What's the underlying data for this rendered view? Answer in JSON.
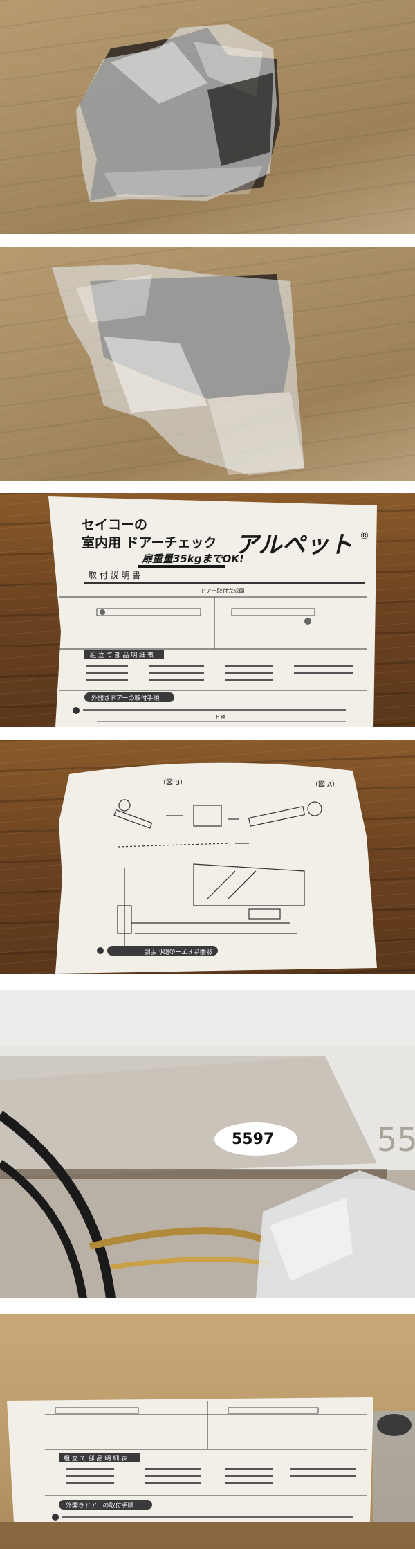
{
  "photos": [
    {
      "id": "photo-1",
      "subject": "package in plastic bag"
    },
    {
      "id": "photo-2",
      "subject": "package in plastic bag, other side"
    },
    {
      "id": "photo-3",
      "subject": "instruction sheet front"
    },
    {
      "id": "photo-4",
      "subject": "instruction sheet diagrams"
    },
    {
      "id": "photo-5",
      "subject": "door closer body"
    },
    {
      "id": "photo-6",
      "subject": "instruction sheet in box"
    }
  ],
  "manual": {
    "brand_line": "セイコーの",
    "product_line": "室内用 ドアーチェック",
    "weight_line": "扉重量35kgまでOK!",
    "logo": "アルペット",
    "logo_mark": "®",
    "doc_title": "取 付 説 明 書",
    "install_diagram_title": "ドアー取付完成図",
    "parts_heading": "組 立 て 部 品 明 細 表",
    "outward_heading": "外開きドアーの取付手順",
    "outward_heading_flipped": "外開きドアーの取付手順",
    "diagram_b": "（図 B）",
    "diagram_a": "（図 A）",
    "dim_label": "上 枠",
    "handwritten_mark": "5597",
    "box_edge_text": "55"
  },
  "colors": {
    "paper": "#f1efe8",
    "ink": "#1a1a1a",
    "plastic": "#dfe6ee",
    "closer_body": "#cfcac1"
  }
}
